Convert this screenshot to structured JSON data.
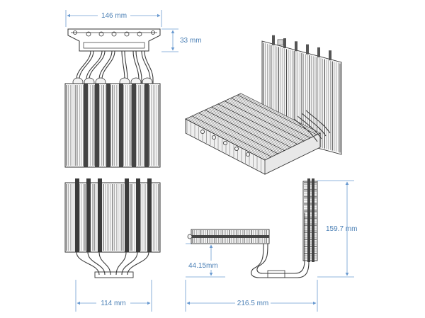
{
  "dimensions": {
    "width_top": "146 mm",
    "base_height": "33 mm",
    "width_bottom": "114 mm",
    "depth": "216.5 mm",
    "height": "159.7 mm",
    "fin_offset": "44.15mm"
  },
  "colors": {
    "dimension": "#4a7fb5",
    "ink": "#2b2b2b",
    "background": "#ffffff"
  }
}
